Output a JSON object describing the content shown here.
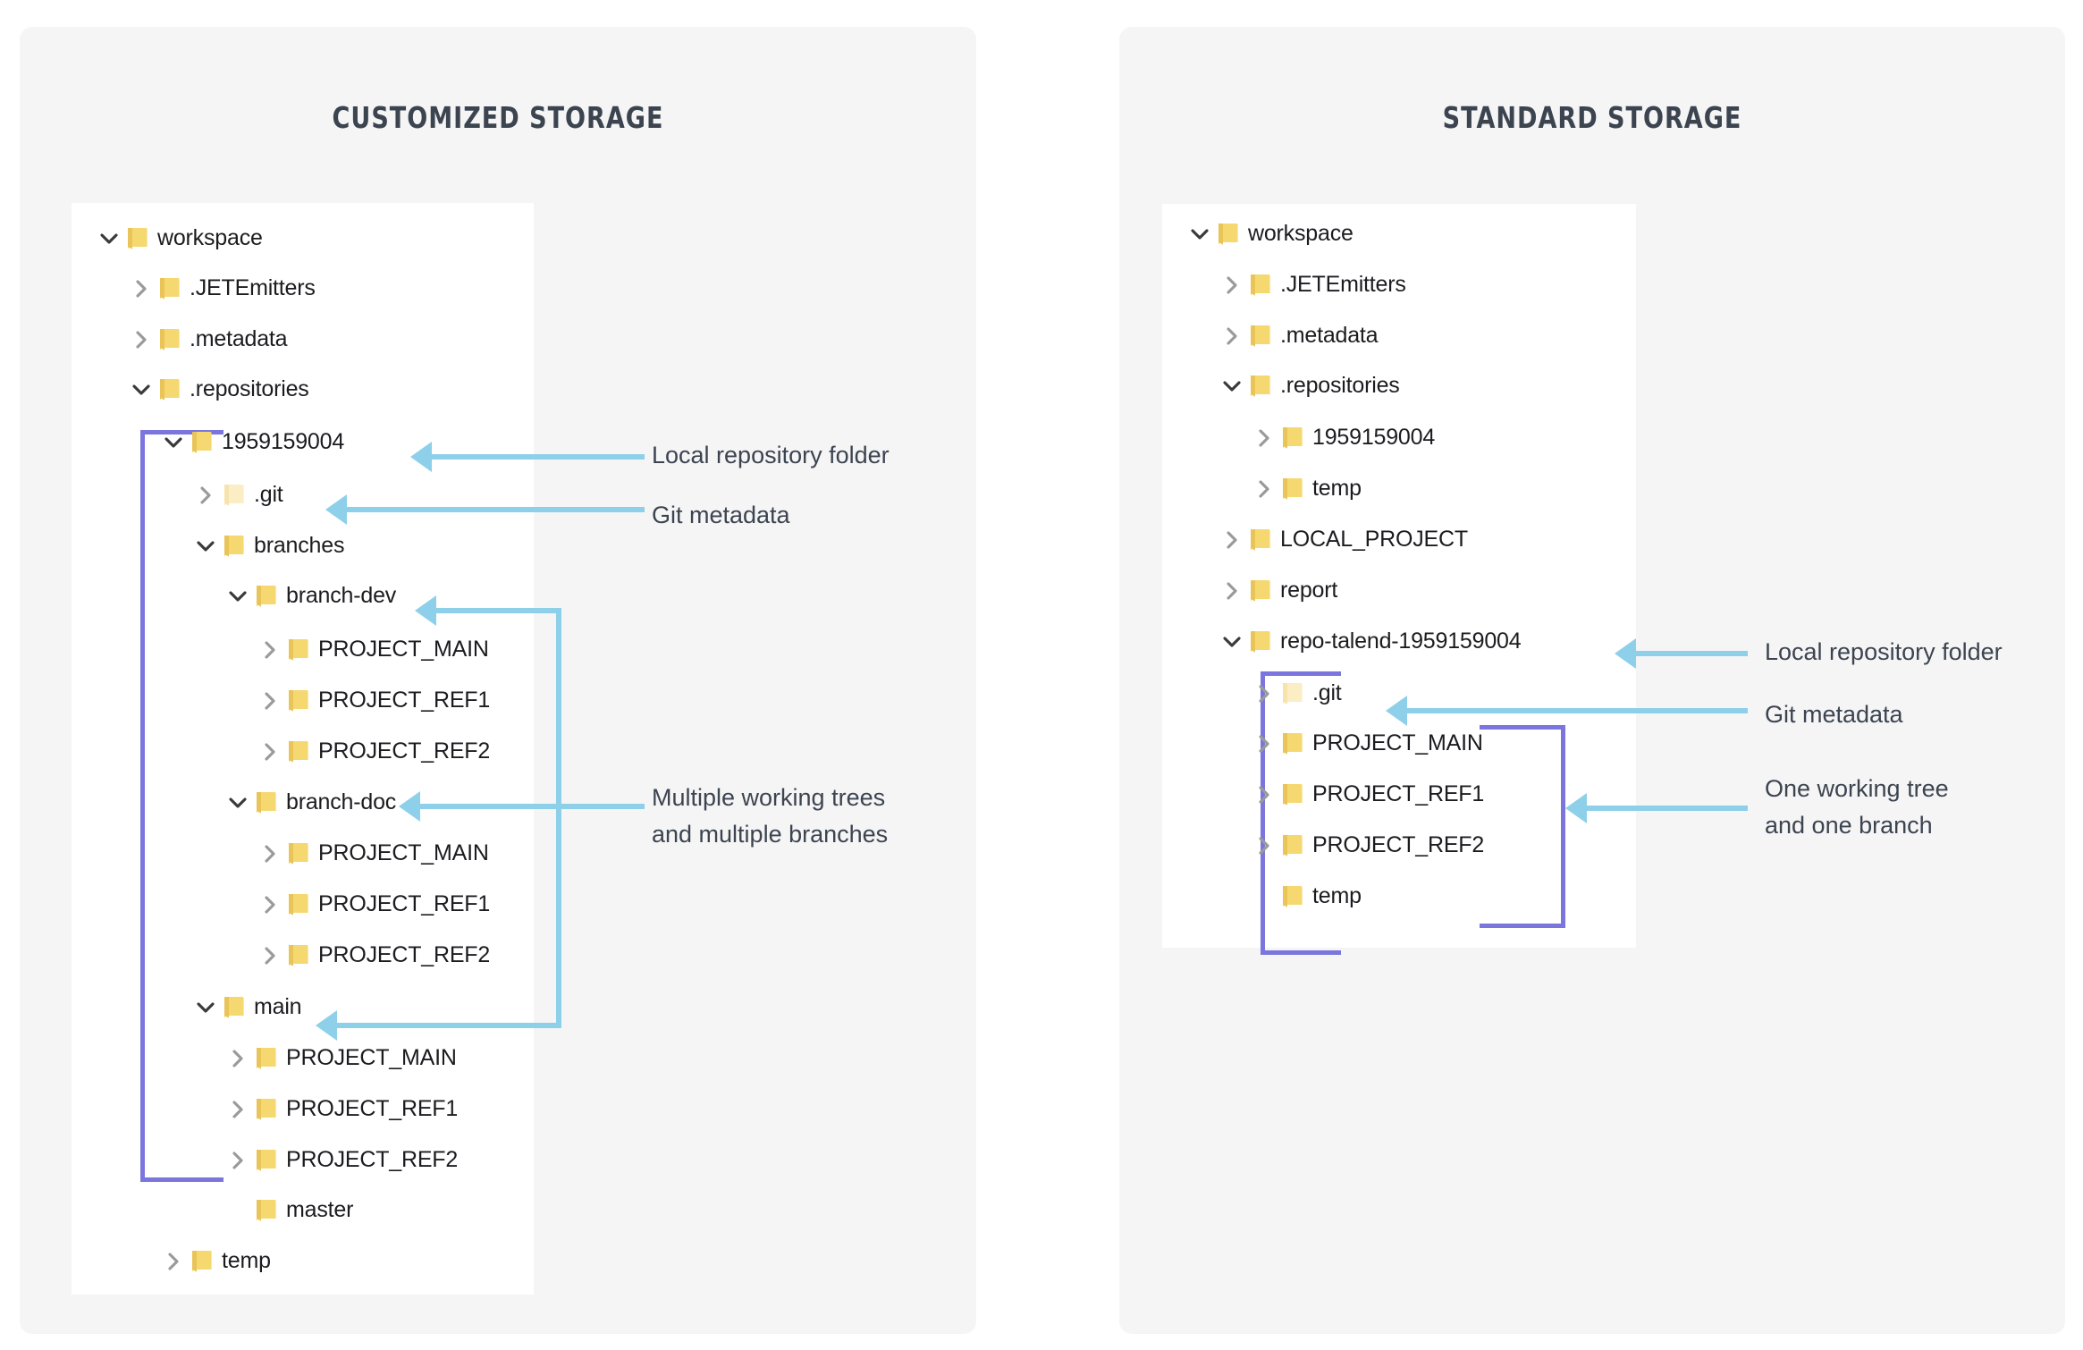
{
  "panels": [
    {
      "id": "customized",
      "title": "CUSTOMIZED STORAGE",
      "tree": [
        {
          "label": "workspace",
          "indent": 0,
          "twisty": "chevron-down-icon",
          "icon": "folder-icon"
        },
        {
          "label": ".JETEmitters",
          "indent": 1,
          "twisty": "chevron-right-icon",
          "icon": "folder-icon"
        },
        {
          "label": ".metadata",
          "indent": 1,
          "twisty": "chevron-right-icon",
          "icon": "folder-icon"
        },
        {
          "label": ".repositories",
          "indent": 1,
          "twisty": "chevron-down-icon",
          "icon": "folder-icon"
        },
        {
          "label": "1959159004",
          "indent": 2,
          "twisty": "chevron-down-icon",
          "icon": "folder-icon"
        },
        {
          "label": ".git",
          "indent": 3,
          "twisty": "chevron-right-icon",
          "icon": "folder-hidden-icon"
        },
        {
          "label": "branches",
          "indent": 3,
          "twisty": "chevron-down-icon",
          "icon": "folder-icon"
        },
        {
          "label": "branch-dev",
          "indent": 4,
          "twisty": "chevron-down-icon",
          "icon": "folder-icon"
        },
        {
          "label": "PROJECT_MAIN",
          "indent": 5,
          "twisty": "chevron-right-icon",
          "icon": "folder-icon"
        },
        {
          "label": "PROJECT_REF1",
          "indent": 5,
          "twisty": "chevron-right-icon",
          "icon": "folder-icon"
        },
        {
          "label": "PROJECT_REF2",
          "indent": 5,
          "twisty": "chevron-right-icon",
          "icon": "folder-icon"
        },
        {
          "label": "branch-doc",
          "indent": 4,
          "twisty": "chevron-down-icon",
          "icon": "folder-icon"
        },
        {
          "label": "PROJECT_MAIN",
          "indent": 5,
          "twisty": "chevron-right-icon",
          "icon": "folder-icon"
        },
        {
          "label": "PROJECT_REF1",
          "indent": 5,
          "twisty": "chevron-right-icon",
          "icon": "folder-icon"
        },
        {
          "label": "PROJECT_REF2",
          "indent": 5,
          "twisty": "chevron-right-icon",
          "icon": "folder-icon"
        },
        {
          "label": "main",
          "indent": 3,
          "twisty": "chevron-down-icon",
          "icon": "folder-icon"
        },
        {
          "label": "PROJECT_MAIN",
          "indent": 4,
          "twisty": "chevron-right-icon",
          "icon": "folder-icon"
        },
        {
          "label": "PROJECT_REF1",
          "indent": 4,
          "twisty": "chevron-right-icon",
          "icon": "folder-icon"
        },
        {
          "label": "PROJECT_REF2",
          "indent": 4,
          "twisty": "chevron-right-icon",
          "icon": "folder-icon"
        },
        {
          "label": "master",
          "indent": 4,
          "twisty": "none",
          "icon": "folder-icon"
        },
        {
          "label": "temp",
          "indent": 2,
          "twisty": "chevron-right-icon",
          "icon": "folder-icon"
        }
      ],
      "annotations": [
        {
          "text": "Local repository folder"
        },
        {
          "text": "Git metadata"
        },
        {
          "text": "Multiple working trees\nand multiple branches"
        }
      ]
    },
    {
      "id": "standard",
      "title": "STANDARD STORAGE",
      "tree": [
        {
          "label": "workspace",
          "indent": 0,
          "twisty": "chevron-down-icon",
          "icon": "folder-icon"
        },
        {
          "label": ".JETEmitters",
          "indent": 1,
          "twisty": "chevron-right-icon",
          "icon": "folder-icon"
        },
        {
          "label": ".metadata",
          "indent": 1,
          "twisty": "chevron-right-icon",
          "icon": "folder-icon"
        },
        {
          "label": ".repositories",
          "indent": 1,
          "twisty": "chevron-down-icon",
          "icon": "folder-icon"
        },
        {
          "label": "1959159004",
          "indent": 2,
          "twisty": "chevron-right-icon",
          "icon": "folder-icon"
        },
        {
          "label": "temp",
          "indent": 2,
          "twisty": "chevron-right-icon",
          "icon": "folder-icon"
        },
        {
          "label": "LOCAL_PROJECT",
          "indent": 1,
          "twisty": "chevron-right-icon",
          "icon": "folder-icon"
        },
        {
          "label": "report",
          "indent": 1,
          "twisty": "chevron-right-icon",
          "icon": "folder-icon"
        },
        {
          "label": "repo-talend-1959159004",
          "indent": 1,
          "twisty": "chevron-down-icon",
          "icon": "folder-icon"
        },
        {
          "label": ".git",
          "indent": 2,
          "twisty": "chevron-right-icon",
          "icon": "folder-hidden-icon"
        },
        {
          "label": "PROJECT_MAIN",
          "indent": 2,
          "twisty": "chevron-right-icon",
          "icon": "folder-icon"
        },
        {
          "label": "PROJECT_REF1",
          "indent": 2,
          "twisty": "chevron-right-icon",
          "icon": "folder-icon"
        },
        {
          "label": "PROJECT_REF2",
          "indent": 2,
          "twisty": "chevron-right-icon",
          "icon": "folder-icon"
        },
        {
          "label": "temp",
          "indent": 2,
          "twisty": "none",
          "icon": "folder-icon"
        }
      ],
      "annotations": [
        {
          "text": "Local repository folder"
        },
        {
          "text": "Git metadata"
        },
        {
          "text": "One working tree\nand one branch"
        }
      ]
    }
  ],
  "colors": {
    "card_bg": "#f5f5f6",
    "pane_bg": "#ffffff",
    "title_text": "#3c4450",
    "label_text": "#1c1c20",
    "folder_yellow": "#f6d871",
    "folder_yellow_dark": "#e9c458",
    "folder_hidden": "#fbeec4",
    "bracket_purple": "#7b76dd",
    "annotation_blue": "#8ed0ea",
    "twisty_gray": "#9a9a9a",
    "twisty_dark": "#3a3a3a"
  }
}
